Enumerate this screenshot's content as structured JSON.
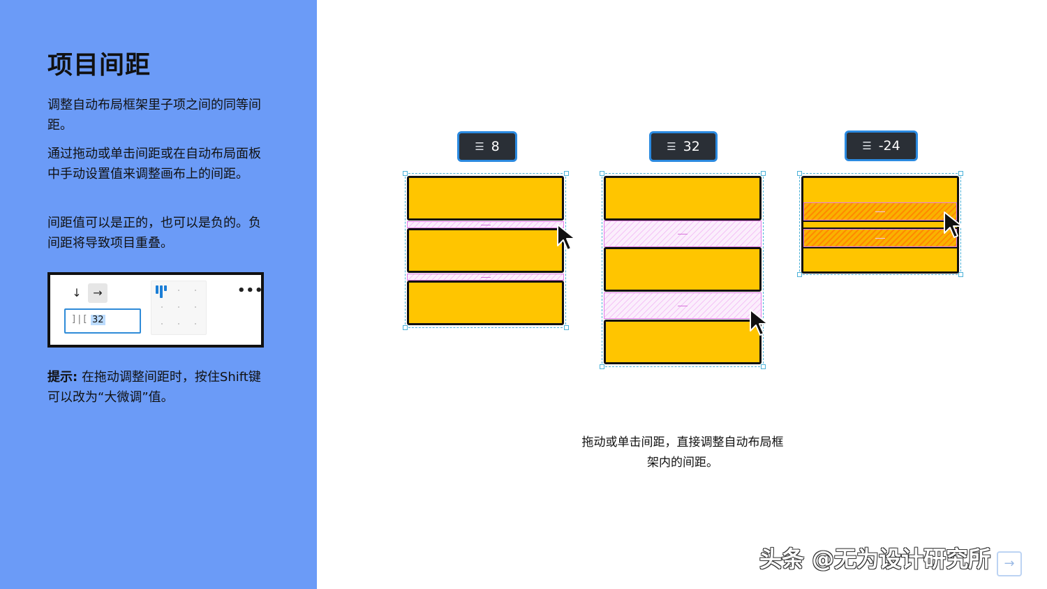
{
  "sidebar": {
    "title": "项目间距",
    "para1": "调整自动布局框架里子项之间的同等间距。",
    "para2": "通过拖动或单击间距或在自动布局面板中手动设置值来调整画布上的间距。",
    "para3": "间距值可以是正的，也可以是负的。负间距将导致项目重叠。",
    "tip_label": "提示:",
    "tip_text": "在拖动调整间距时，按住Shift键可以改为“大微调”值。"
  },
  "panel": {
    "direction_down_icon": "↓",
    "direction_right_icon": "→",
    "spacing_icon": "]|[",
    "spacing_value": "32",
    "more_icon": "•••"
  },
  "examples": [
    {
      "badge_icon": "☰",
      "badge_value": "8"
    },
    {
      "badge_icon": "☰",
      "badge_value": "32"
    },
    {
      "badge_icon": "☰",
      "badge_value": "-24"
    }
  ],
  "caption": {
    "line1": "拖动或单击间距，直接调整自动布局框",
    "line2": "架内的间距。"
  },
  "watermark": "头条 @无为设计研究所",
  "colors": {
    "sidebar_bg": "#6b9bf7",
    "item_fill": "#ffc500",
    "gap_highlight": "#e27ce6",
    "frame_selection": "#4ab1d8",
    "badge_bg": "#2a2f36",
    "accent": "#2b8ae0"
  }
}
